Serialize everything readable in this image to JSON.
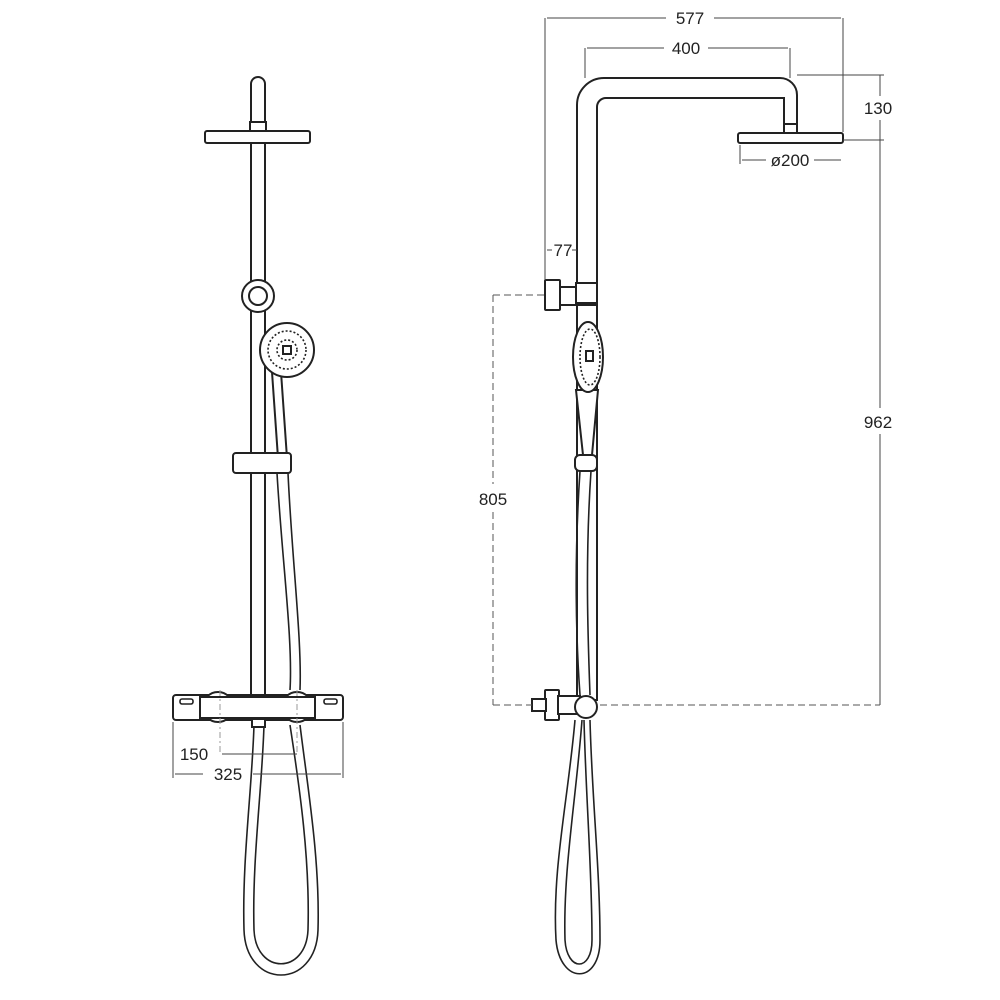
{
  "dimensions": {
    "overall_width": "577",
    "arm_reach": "400",
    "head_drop": "130",
    "head_diameter": "ø200",
    "wall_offset": "77",
    "overall_height": "962",
    "bracket_spacing": "805",
    "inlet_centres": "150",
    "mixer_width": "325"
  },
  "colors": {
    "line": "#222222",
    "background": "#ffffff"
  }
}
